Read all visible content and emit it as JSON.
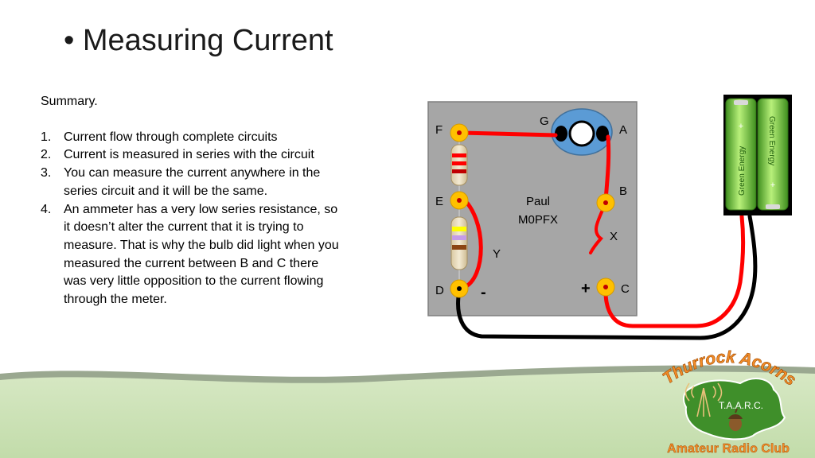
{
  "slide": {
    "title": "• Measuring Current"
  },
  "summary": {
    "heading": "Summary.",
    "items": [
      {
        "num": "1.",
        "text": "Current flow through complete circuits"
      },
      {
        "num": "2.",
        "text": "Current is measured in series with the circuit"
      },
      {
        "num": "3.",
        "text": "You can measure the current anywhere in the series circuit and it will be the same."
      },
      {
        "num": "4.",
        "text": "An ammeter has a very low series resistance, so it doesn’t alter the current that it is trying to measure. That is why the bulb did light when you measured the current between B and C there was very little opposition to the current flowing through the meter."
      }
    ]
  },
  "circuit": {
    "terminals": {
      "a": "A",
      "b": "B",
      "c": "C",
      "d": "D",
      "e": "E",
      "f": "F",
      "g": "G"
    },
    "polarity": {
      "minus": "-",
      "plus": "+"
    },
    "label_x": "X",
    "label_y": "Y",
    "author_name": "Paul",
    "author_call": "M0PFX",
    "battery_label": "Green Energy",
    "colors": {
      "board": "#a6a6a6",
      "wire_red": "#ff0000",
      "wire_black": "#000000",
      "terminal": "#ffc000",
      "bulb_holder": "#5b9bd5",
      "battery_green": "#7ed321"
    }
  },
  "logo": {
    "arc_text": "Thurrock Acorns",
    "initials": "T.A.A.R.C.",
    "tagline": "Amateur Radio Club"
  }
}
